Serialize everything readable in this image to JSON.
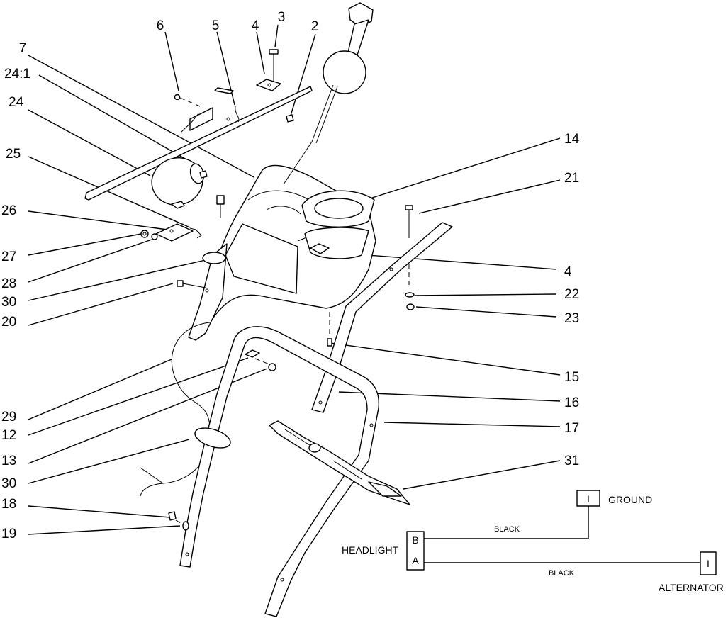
{
  "callouts": [
    {
      "id": "c6",
      "text": "6"
    },
    {
      "id": "c5",
      "text": "5"
    },
    {
      "id": "c4a",
      "text": "4"
    },
    {
      "id": "c3",
      "text": "3"
    },
    {
      "id": "c2",
      "text": "2"
    },
    {
      "id": "c7",
      "text": "7"
    },
    {
      "id": "c24_1",
      "text": "24:1"
    },
    {
      "id": "c24",
      "text": "24"
    },
    {
      "id": "c25",
      "text": "25"
    },
    {
      "id": "c26",
      "text": "26"
    },
    {
      "id": "c27",
      "text": "27"
    },
    {
      "id": "c28",
      "text": "28"
    },
    {
      "id": "c30a",
      "text": "30"
    },
    {
      "id": "c20",
      "text": "20"
    },
    {
      "id": "c29",
      "text": "29"
    },
    {
      "id": "c12",
      "text": "12"
    },
    {
      "id": "c13",
      "text": "13"
    },
    {
      "id": "c30b",
      "text": "30"
    },
    {
      "id": "c18",
      "text": "18"
    },
    {
      "id": "c19",
      "text": "19"
    },
    {
      "id": "c14",
      "text": "14"
    },
    {
      "id": "c21",
      "text": "21"
    },
    {
      "id": "c4b",
      "text": "4"
    },
    {
      "id": "c22",
      "text": "22"
    },
    {
      "id": "c23",
      "text": "23"
    },
    {
      "id": "c15",
      "text": "15"
    },
    {
      "id": "c16",
      "text": "16"
    },
    {
      "id": "c17",
      "text": "17"
    },
    {
      "id": "c31",
      "text": "31"
    }
  ],
  "wiring": {
    "ground_label": "GROUND",
    "ground_terminal": "I",
    "headlight_label": "HEADLIGHT",
    "pin_b": "B",
    "pin_a": "A",
    "wire_top_color": "BLACK",
    "wire_bottom_color": "BLACK",
    "alternator_label": "ALTERNATOR",
    "alternator_terminal": "I"
  }
}
